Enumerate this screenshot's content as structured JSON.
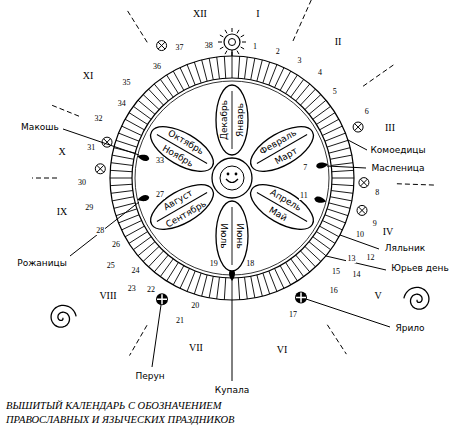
{
  "diagram": {
    "caption": "ВЫШИТЫЙ КАЛЕНДАРЬ С ОБОЗНАЧЕНИЕМ ПРАВОСЛАВНЫХ И ЯЗЫЧЕСКИХ ПРАЗДНИКОВ",
    "nodes": [
      {
        "text": [
          "Декабрь",
          "Январь"
        ]
      },
      {
        "text": [
          "Февраль",
          "Март"
        ]
      },
      {
        "text": [
          "Апрель",
          "Май"
        ]
      },
      {
        "text": [
          "Июнь",
          "Июль"
        ]
      },
      {
        "text": [
          "Август",
          "Сентябрь"
        ]
      },
      {
        "text": [
          "Октябрь",
          "Ноябрь"
        ]
      }
    ],
    "labels": [
      "I",
      "II",
      "III",
      "IV",
      "V",
      "VI",
      "VII",
      "VIII",
      "IX",
      "X",
      "XI",
      "XII",
      "1",
      "2",
      "3",
      "4",
      "5",
      "6",
      "7",
      "8",
      "9",
      "10",
      "11",
      "12",
      "13",
      "14",
      "15",
      "16",
      "17",
      "18",
      "19",
      "20",
      "21",
      "22",
      "23",
      "24",
      "25",
      "26",
      "27",
      "28",
      "29",
      "30",
      "31",
      "32",
      "33",
      "34",
      "35",
      "36",
      "37",
      "38",
      "Макошь",
      "Комоедицы",
      "Масленица",
      "Ляльник",
      "Юрьев день",
      "Рожаницы",
      "Ярило",
      "Перун",
      "Купала"
    ]
  }
}
